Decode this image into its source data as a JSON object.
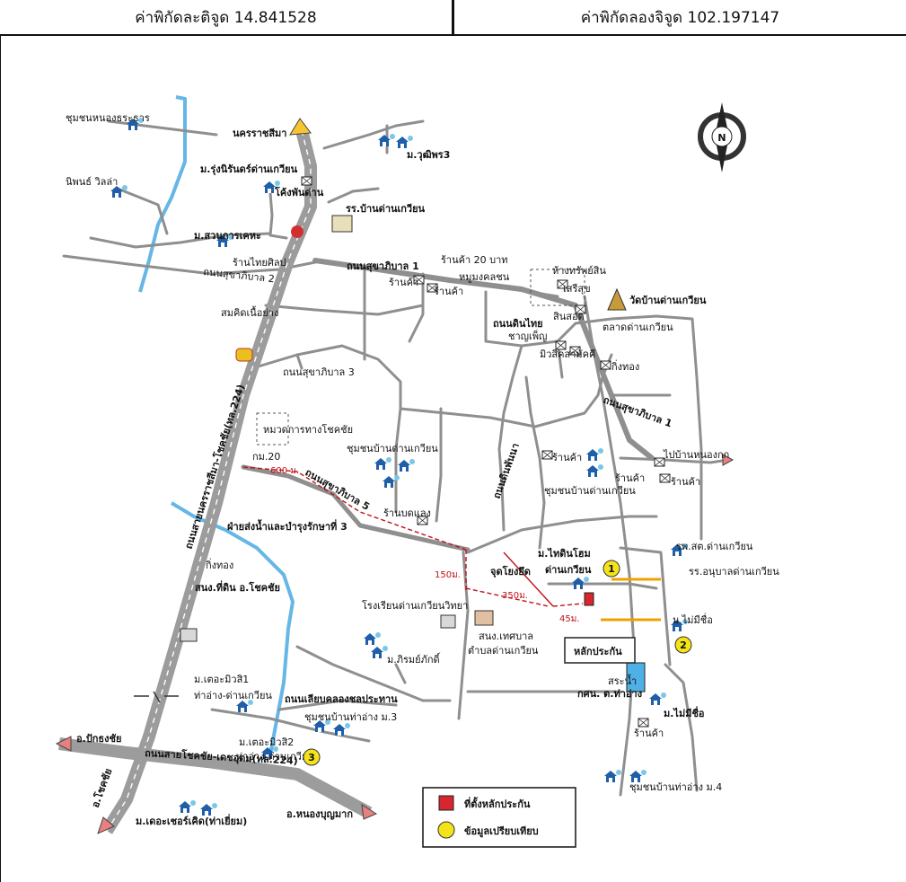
{
  "header": {
    "lat_label": "ค่าพิกัดละติจูด 14.841528",
    "lon_label": "ค่าพิกัดลองจิจูด 102.197147"
  },
  "compass": {
    "letter": "N",
    "icon": "north-arrow-icon"
  },
  "places": {
    "nong_ratha": "ชุมชนหนองธระธาร",
    "niphon_villa": "นิพนธ์ วิลล่า",
    "nakhon_ratchasima": "นครราชสีมา",
    "rungnirun": "ม.รุ่งนิรันดร์ด่านเกวียน",
    "wuthiphong": "ม.วุฒิพร3",
    "khot_phan_dan": "โค้งพันด่าน",
    "school_dan_kwian": "รร.บ้านด่านเกวียน",
    "suan_kan_kaset": "ม.สวนการเคหะ",
    "thai_silp": "ร้านไทยศิลป",
    "road_sukha_2": "ถนนสุขาภิบาล 2",
    "road_sukha_1_top": "ถนนสุขาภิบาล 1",
    "shop_20_baht": "ร้านค้า 20 บาท",
    "mu_mong": "หมูมงคลชน",
    "shop_a": "ร้านค้า",
    "shop_b": "ร้านค้า",
    "hang_thong": "ห้างทรัพย์สิน",
    "seri_suk": "เสรีสุข",
    "wat_dan_kwian": "วัดบ้านด่านเกวียน",
    "somkit_neua": "สมคิดเนื้อย่าง",
    "road_din_thai": "ถนนดินไทย",
    "chan_phen": "ชาญเพ็ญ",
    "sin_sot": "สินสอด",
    "talad_dan_kwian": "ตลาดด่านเกวียน",
    "mui_samakhi": "มิวสิคสามัคคี",
    "road_sukha_3": "ถนนสุขาภิบาล 3",
    "kim_thong_1": "กิ่งทอง",
    "mor_kan_chokchai": "หมวดการทางโชคชัย",
    "km20": "กม.20",
    "road_sukha_1_right": "ถนนสุขาภิบาล 1",
    "to_nong_kok": "ไปบ้านหนองกก",
    "chumchon_dan_kwian_mid": "ชุมชนบ้านด่านเกวียน",
    "dist_600": "600 ม.",
    "road_sukha_5": "ถนนสุขาภิบาล 5",
    "road_din_phanna": "ถนนดินพันนา",
    "shop_c": "ร้านค้า",
    "shop_d": "ร้านค้า",
    "shop_e": "ร้านค้า",
    "chumchon_dan_kwian_right": "ชุมชนบ้านด่านเกวียน",
    "ran_bhetlaeng": "ร้านบดแลง",
    "highway_nakhon_chokchai": "ถนนสายนครราชสีมา-โชคชัย(ทล.224)",
    "irrigation": "ฝ่ายส่งน้ำและบำรุงรักษาที่ 3",
    "kim_thong_2": "กิ่งทอง",
    "dist_150": "150ม.",
    "landmark_label": "จุดโยงยึด",
    "dist_350": "350ม.",
    "dist_45": "45ม.",
    "m_thai_din_home": "ม.ไทดินโฮม",
    "dan_kwian_2": "ด่านเกวียน",
    "rph_dan_kwian": "รพ.สต.ด่านเกวียน",
    "rr_anuban": "รร.อนุบาลด่านเกวียน",
    "so_no_ko_land": "สนง.ที่ดิน อ.โชคชัย",
    "school_dan_kwian_witthaya": "โรงเรียนด่านเกวียนวิทยา",
    "so_no_ko_municipal": "สนง.เทศบาล",
    "tambon_dan_kwian": "ตำบลด่านเกวียน",
    "m_mai_mi_chue_1": "ม.ไม่มีชื่อ",
    "subject_label": "หลักประกัน",
    "m_phiromphak": "ม.ภิรมย์ภักดิ์",
    "m_duea_miwsi_1": "ม.เตอะมิวสิ1",
    "tha_ang_dan_kwian_1": "ท่าอ่าง-ด่านเกวียน",
    "road_khlong": "ถนนเลียบคลองชลประทาน",
    "sa_nam": "สระน้ำ",
    "kso_no": "กศน. ต.ท่าอ่าง",
    "m_mai_mi_chue_2": "ม.ไม่มีชื่อ",
    "chumchon_tha_ang_3": "ชุมชนบ้านท่าอ่าง ม.3",
    "to_pak_thong_chai": "อ.ปักธงชัย",
    "m_duea_miwsi_2": "ม.เตอะมิวสิ2",
    "tha_ang_dan_kwian_2": "ท่าอ่าง-ด่านเกวียน",
    "shop_f": "ร้านค้า",
    "road_chokchai_detudom": "ถนนสายโชคชัย-เดชอุดม(ทล.224)",
    "chumchon_tha_ang_4": "ชุมชนบ้านท่าอ่าง ม.4",
    "to_chokchai": "อ.โชคชัย",
    "to_nong_bun_mak": "อ.หนองบุญมาก",
    "m_duea_cher_kit": "ม.เดอะเชอร์เคิด(ท่าเยี่ยม)"
  },
  "markers": {
    "one": "1",
    "two": "2",
    "three": "3"
  },
  "legend": {
    "subject": "ที่ตั้งหลักประกัน",
    "comparison": "ข้อมูลเปรียบเทียบ"
  },
  "colors": {
    "road": "#8f8f8f",
    "highway": "#9c9c9c",
    "water": "#66b6e6",
    "subject": "#d8262e",
    "comparison": "#f5e31a",
    "measure": "#c0111a",
    "arrow": "#f6c530"
  }
}
